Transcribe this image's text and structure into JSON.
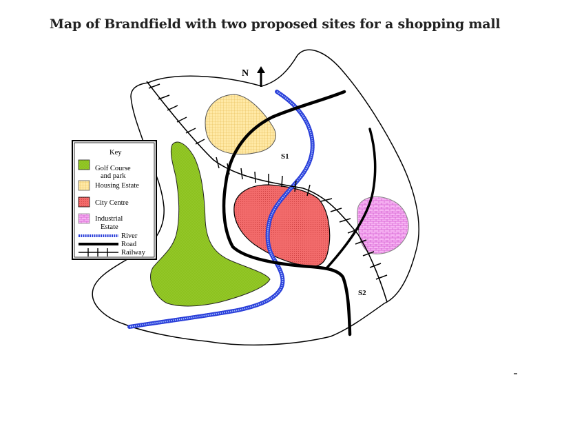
{
  "title": "Map of Brandfield with two proposed sites for a shopping mall",
  "compass": {
    "label": "N",
    "icon": "north-arrow-icon"
  },
  "sites": {
    "s1": "S1",
    "s2": "S2"
  },
  "key": {
    "heading": "Key",
    "items": [
      {
        "label_lines": [
          "Golf Course",
          "and park"
        ],
        "color": "#8dc21f",
        "pattern": "dots"
      },
      {
        "label_lines": [
          "Housing Estate"
        ],
        "color": "#ffe9a6",
        "pattern": "grid"
      },
      {
        "label_lines": [
          "City Centre"
        ],
        "color": "#f26b6b",
        "pattern": "dots"
      },
      {
        "label_lines": [
          "Industrial",
          "Estate"
        ],
        "color": "#f5a6f2",
        "pattern": "brick"
      }
    ],
    "lines": [
      {
        "label": "River",
        "color": "#3b4fe0"
      },
      {
        "label": "Road",
        "color": "#000000"
      },
      {
        "label": "Railway",
        "color": "#000000"
      }
    ]
  }
}
